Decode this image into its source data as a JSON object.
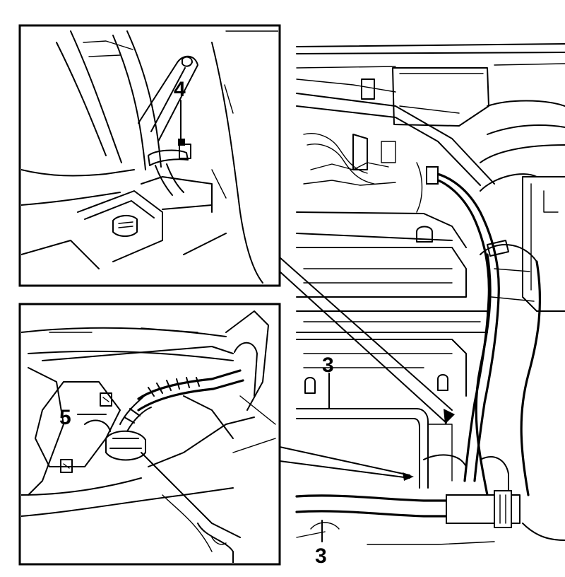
{
  "callouts": {
    "c4": "4",
    "c5": "5",
    "c3_upper": "3",
    "c3_lower": "3"
  },
  "colors": {
    "ink": "#000000",
    "paper": "#ffffff"
  }
}
